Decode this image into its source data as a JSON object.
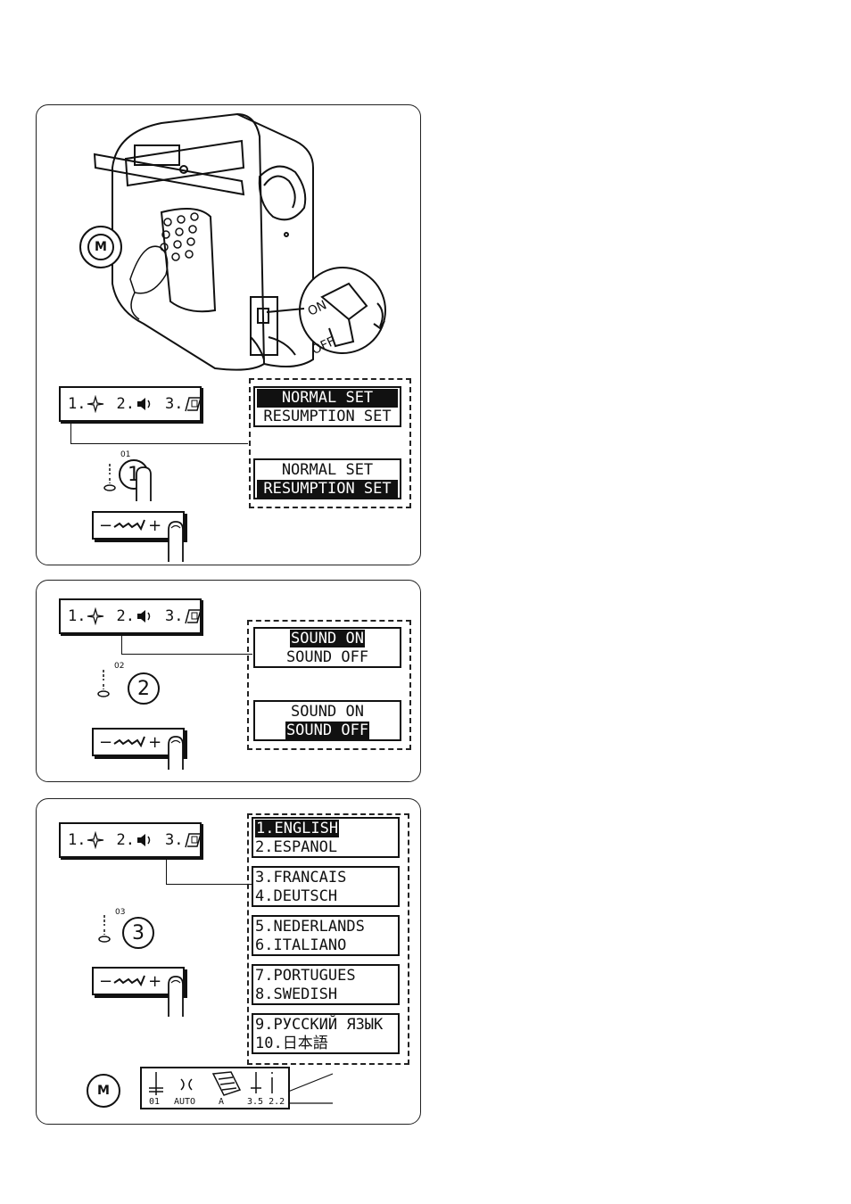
{
  "menu": {
    "item1_num": "1.",
    "item2_num": "2.",
    "item3_num": "3."
  },
  "panel1": {
    "mode_button": "M",
    "power_on": "ON",
    "power_off": "OFF",
    "button_number": "1",
    "button_code": "01",
    "option_a": {
      "line1": "NORMAL SET",
      "line2": "RESUMPTION SET"
    },
    "option_b": {
      "line1": "NORMAL SET",
      "line2": "RESUMPTION SET"
    },
    "adjust_minus": "−",
    "adjust_plus": "+"
  },
  "panel2": {
    "button_number": "2",
    "button_code": "02",
    "option_a": {
      "line1": "SOUND ON",
      "line2": "SOUND OFF"
    },
    "option_b": {
      "line1": "SOUND ON",
      "line2": "SOUND OFF"
    },
    "adjust_minus": "−",
    "adjust_plus": "+"
  },
  "panel3": {
    "button_number": "3",
    "button_code": "03",
    "languages": [
      {
        "line1": "1.ENGLISH",
        "line2": "2.ESPANOL"
      },
      {
        "line1": "3.FRANCAIS",
        "line2": "4.DEUTSCH"
      },
      {
        "line1": "5.NEDERLANDS",
        "line2": "6.ITALIANO"
      },
      {
        "line1": "7.PORTUGUES",
        "line2": "8.SWEDISH"
      },
      {
        "line1": "9.РУССКИЙ ЯЗЫК",
        "line2": "10.日本語"
      }
    ],
    "adjust_minus": "−",
    "adjust_plus": "+",
    "mode_button": "M",
    "status": {
      "pattern": "01",
      "tension": "AUTO",
      "foot": "A",
      "values": "3.5 2.2"
    }
  }
}
